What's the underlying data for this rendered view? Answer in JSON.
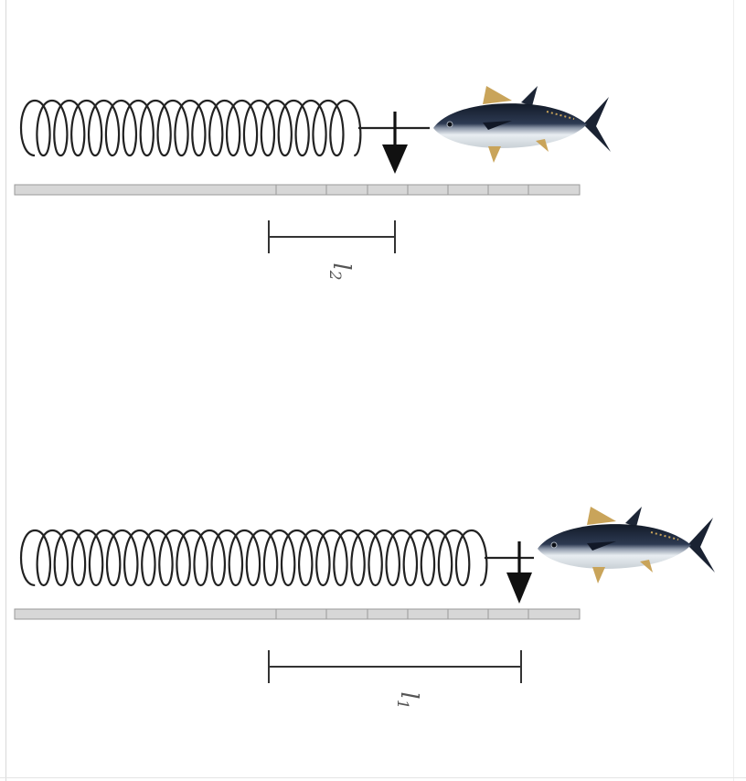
{
  "diagram": {
    "top_panel": {
      "length_label": "l",
      "length_subscript": "2"
    },
    "bottom_panel": {
      "length_label": "l",
      "length_subscript": "1"
    }
  },
  "colors": {
    "spring": "#222222",
    "ruler_fill": "#d7d7d7",
    "ruler_stroke": "#9a9a9a",
    "arrow": "#111111",
    "dimension": "#333333",
    "label": "#555555",
    "fish_back": "#1c2535",
    "fish_belly": "#e9eef2",
    "fish_fin": "#c9a45a"
  },
  "icons": [
    "spring-icon",
    "arrow-down-icon",
    "tuna-fish-icon",
    "ruler-icon"
  ]
}
